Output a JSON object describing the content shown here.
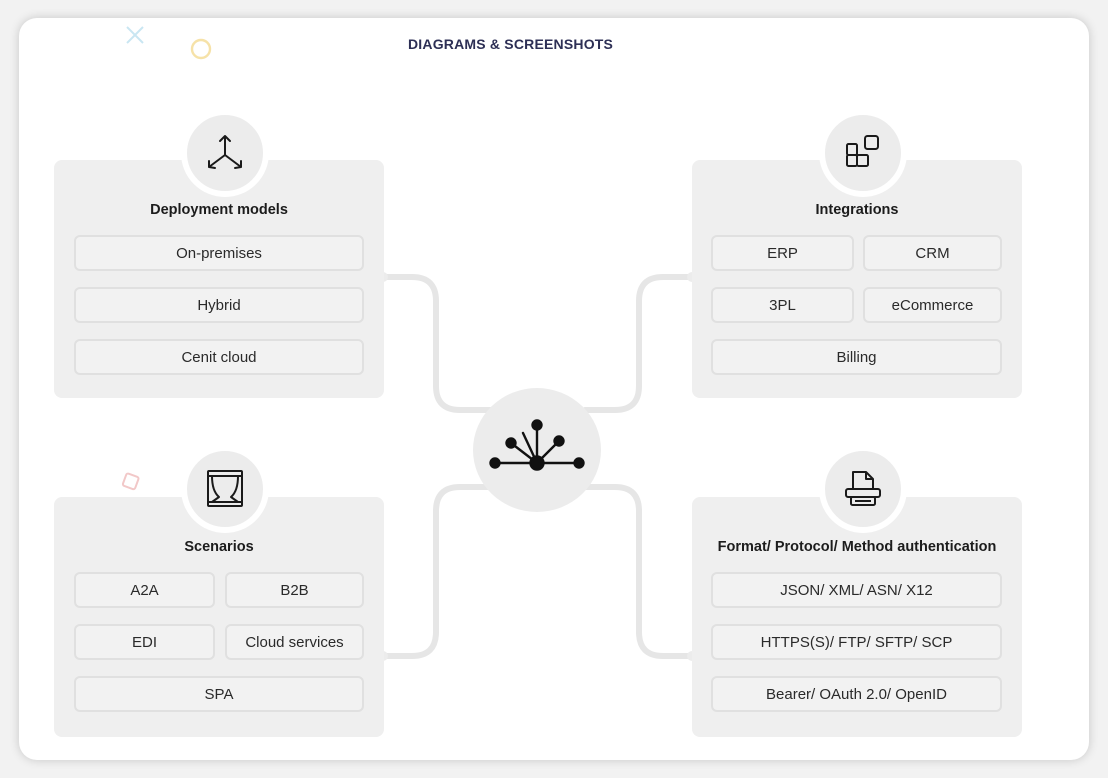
{
  "header": {
    "title": "DIAGRAMS & SCREENSHOTS"
  },
  "panels": {
    "deployment": {
      "title": "Deployment models",
      "icon": "expand-arrows-icon",
      "items": [
        "On-premises",
        "Hybrid",
        "Cenit cloud"
      ]
    },
    "integrations": {
      "title": "Integrations",
      "icon": "apps-grid-icon",
      "items": [
        "ERP",
        "CRM",
        "3PL",
        "eCommerce",
        "Billing"
      ]
    },
    "scenarios": {
      "title": "Scenarios",
      "icon": "stage-curtain-icon",
      "items": [
        "A2A",
        "B2B",
        "EDI",
        "Cloud services",
        "SPA"
      ]
    },
    "formats": {
      "title": "Format/ Protocol/ Method authentication",
      "icon": "document-printer-icon",
      "items": [
        "JSON/ XML/ ASN/ X12",
        "HTTPS(S)/ FTP/ SFTP/ SCP",
        "Bearer/ OAuth 2.0/ OpenID"
      ]
    }
  },
  "hub": {
    "icon": "network-hub-icon"
  },
  "colors": {
    "title": "#2d2f55",
    "panel_bg": "#efefef",
    "connector": "#e6e6e6"
  }
}
